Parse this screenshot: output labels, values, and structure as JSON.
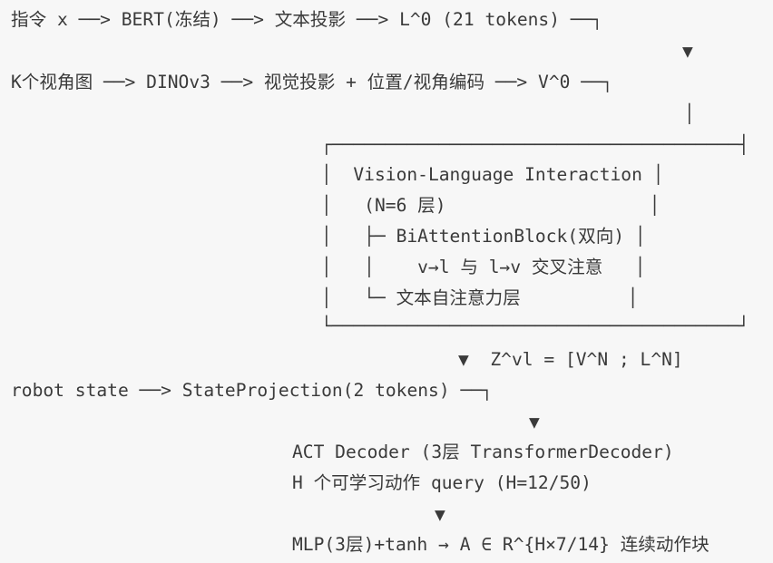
{
  "diagram": {
    "lines": [
      "指令 x ──> BERT(冻结) ──> 文本投影 ──> L^0 (21 tokens) ──┐",
      "▼",
      "K个视角图 ──> DINOv3 ──> 视觉投影 + 位置/视角编码 ──> V^0 ──┐",
      "│",
      "┌──────────────────────────────────────┤",
      "│  Vision-Language Interaction │",
      "│   (N=6 层)                   │",
      "│   ├─ BiAttentionBlock(双向) │",
      "│   │    v→l 与 l→v 交叉注意   │",
      "│   └─ 文本自注意力层          │",
      "└──────────────────────────────────────┘",
      "▼  Z^vl = [V^N ; L^N]",
      "robot state ──> StateProjection(2 tokens) ──┐",
      "▼",
      "ACT Decoder (3层 TransformerDecoder)",
      "H 个可学习动作 query (H=12/50)",
      "▼",
      "MLP(3层)+tanh → A ∈ R^{H×7/14} 连续动作块"
    ]
  }
}
